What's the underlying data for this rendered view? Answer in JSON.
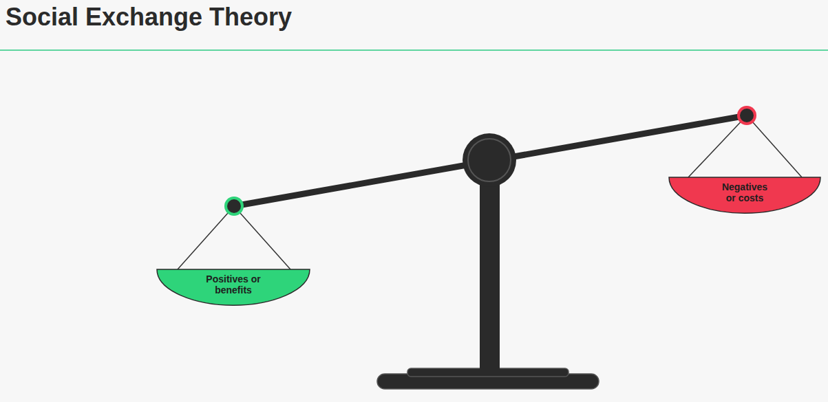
{
  "diagram": {
    "title": "Social Exchange Theory",
    "nodes": [
      {
        "text": [
          "Positives or benefits"
        ]
      },
      {
        "text": [
          "Negatives or costs"
        ]
      }
    ]
  }
}
